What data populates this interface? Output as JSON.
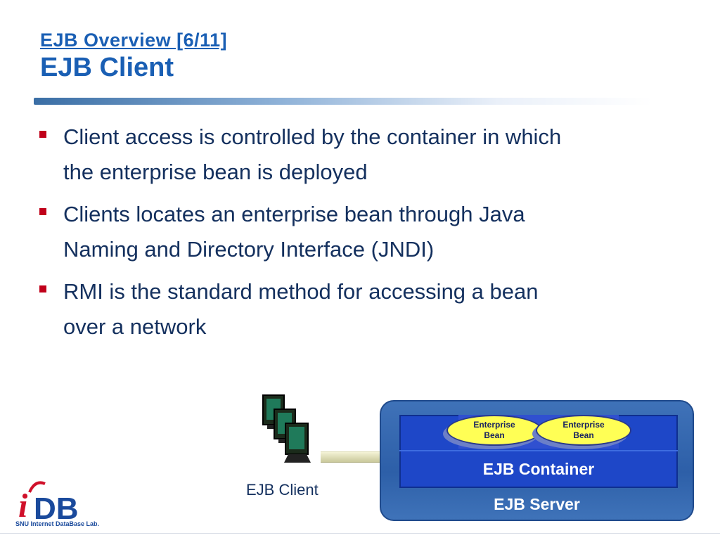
{
  "slide": {
    "title_sub": "EJB Overview [6/11]",
    "title_main": "EJB Client",
    "bullets": [
      {
        "line1": "Client access is controlled by the container in which",
        "line2": "the enterprise bean is deployed"
      },
      {
        "line1": "Clients locates an enterprise bean through Java",
        "line2": "Naming and Directory Interface (JNDI)"
      },
      {
        "line1": "RMI is the standard method for accessing a bean",
        "line2": "over a network"
      }
    ],
    "accent_color": "#1a5fb4",
    "bullet_color": "#c0001a"
  },
  "diagram": {
    "client_label": "EJB Client",
    "beans": [
      {
        "line1": "Enterprise",
        "line2": "Bean"
      },
      {
        "line1": "Enterprise",
        "line2": "Bean"
      }
    ],
    "container_label": "EJB Container",
    "server_label": "EJB Server",
    "client_icon": "computer-terminals-icon"
  },
  "logo": {
    "text": "iDB",
    "caption": "SNU Internet DataBase Lab."
  }
}
